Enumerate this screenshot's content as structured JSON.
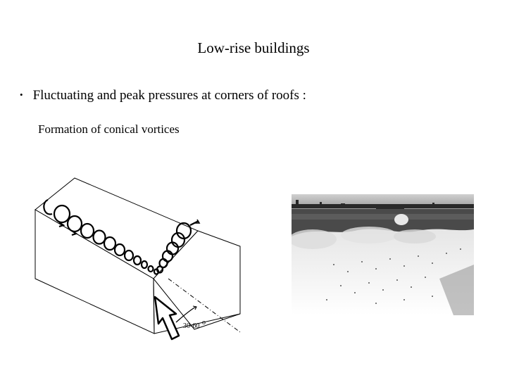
{
  "slide": {
    "title": "Low-rise buildings",
    "bullet": "Fluctuating and peak pressures at corners of roofs :",
    "subtitle": "Formation of conical vortices"
  },
  "diagram": {
    "angle_label": "30-60",
    "degree_symbol": "o"
  },
  "colors": {
    "ink": "#000000",
    "background": "#ffffff"
  }
}
